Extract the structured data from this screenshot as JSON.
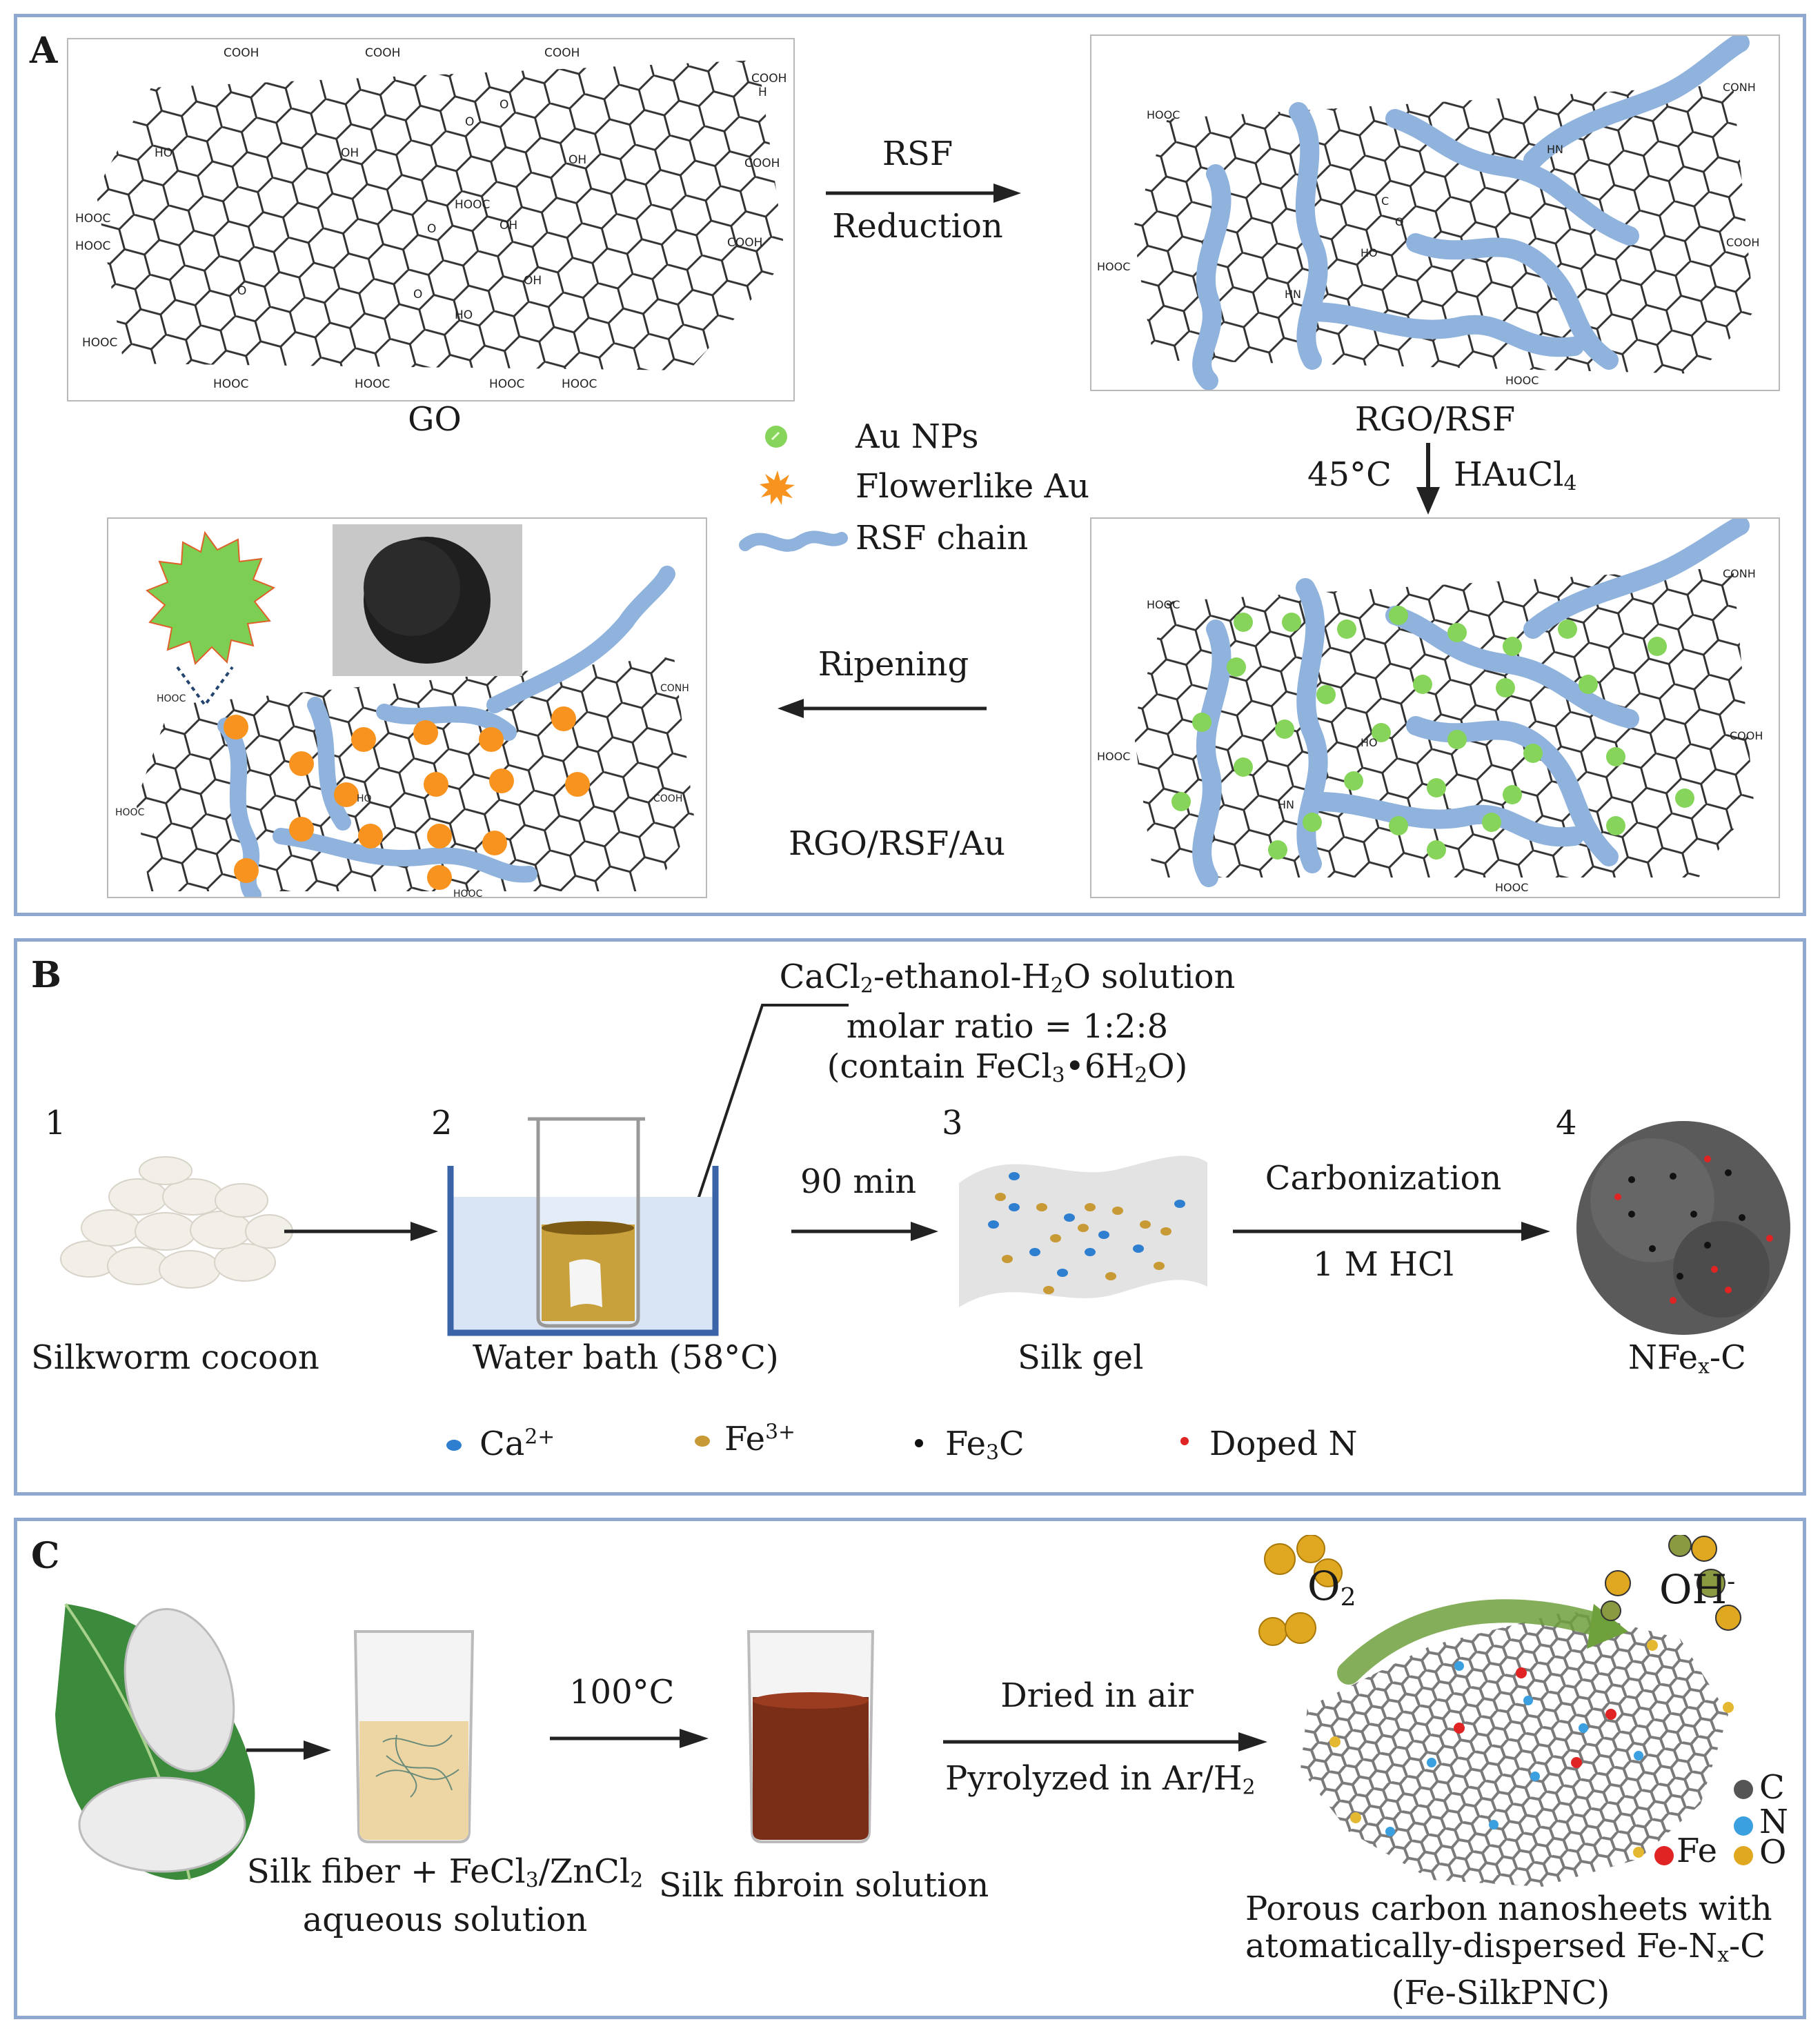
{
  "colors": {
    "panel_border": "#8fa8cf",
    "rsf_chain": "#8fb3dc",
    "au_np": "#86d45a",
    "flower_au": "#f7931e",
    "ca_ion": "#2e7fd0",
    "fe_ion": "#c89a35",
    "fe3c": "#111111",
    "doped_n": "#e02424"
  },
  "panel_a": {
    "label": "A",
    "caption_go": "GO",
    "arrow1_top": "RSF",
    "arrow1_bottom": "Reduction",
    "caption_rgo_rsf": "RGO/RSF",
    "step2_left": "45°C",
    "step2_right_main": "HAuCl",
    "step2_right_sub": "4",
    "arrow3": "Ripening",
    "caption_rgo_rsf_au": "RGO/RSF/Au",
    "legend": [
      {
        "label": "Au NPs",
        "icon": "green-dot"
      },
      {
        "label": "Flowerlike Au",
        "icon": "orange-flower"
      },
      {
        "label": "RSF chain",
        "icon": "blue-wave"
      }
    ],
    "chem_labels": {
      "cooh": "COOH",
      "hooc": "HOOC",
      "oh": "OH",
      "ho": "HO",
      "o": "O",
      "conh": "CONH",
      "hn": "HN",
      "c": "C",
      "cooh_h": "H"
    }
  },
  "panel_b": {
    "label": "B",
    "steps": [
      {
        "num": "1",
        "caption": "Silkworm cocoon"
      },
      {
        "num": "2",
        "caption": "Water bath (58°C)"
      },
      {
        "num": "3",
        "caption": "Silk gel"
      },
      {
        "num": "4",
        "caption_main": "NFe",
        "caption_sub": "x",
        "caption_tail": "-C"
      }
    ],
    "callout_l1_a": "CaCl",
    "callout_l1_s1": "2",
    "callout_l1_b": "-ethanol-H",
    "callout_l1_s2": "2",
    "callout_l1_c": "O solution",
    "callout_l2": "molar ratio = 1:2:8",
    "callout_l3_a": "(contain FeCl",
    "callout_l3_s1": "3",
    "callout_l3_b": "•6H",
    "callout_l3_s2": "2",
    "callout_l3_c": "O)",
    "arrow2": "90 min",
    "arrow3_top": "Carbonization",
    "arrow3_bottom": "1 M HCl",
    "legend": [
      {
        "main": "Ca",
        "sup": "2+"
      },
      {
        "main": "Fe",
        "sup": "3+"
      },
      {
        "main": "Fe",
        "sub": "3",
        "tail": "C"
      },
      {
        "main": "Doped N"
      }
    ]
  },
  "panel_c": {
    "label": "C",
    "caption1_a": "Silk fiber + FeCl",
    "caption1_s1": "3",
    "caption1_b": "/ZnCl",
    "caption1_s2": "2",
    "caption1_l2": "aqueous solution",
    "arrow2": "100°C",
    "caption2": "Silk fibroin solution",
    "arrow3_top": "Dried in air",
    "arrow3_bottom_a": "Pyrolyzed in Ar/H",
    "arrow3_bottom_s": "2",
    "o2_main": "O",
    "o2_sub": "2",
    "oh_main": "OH",
    "oh_sup": "-",
    "legend_c": "C",
    "legend_n": "N",
    "legend_fe": "Fe",
    "legend_o": "O",
    "caption3_l1": "Porous carbon nanosheets with",
    "caption3_l2_a": "atomatically-dispersed Fe-N",
    "caption3_l2_s": "x",
    "caption3_l2_b": "-C",
    "caption3_l3": "(Fe-SilkPNC)"
  }
}
